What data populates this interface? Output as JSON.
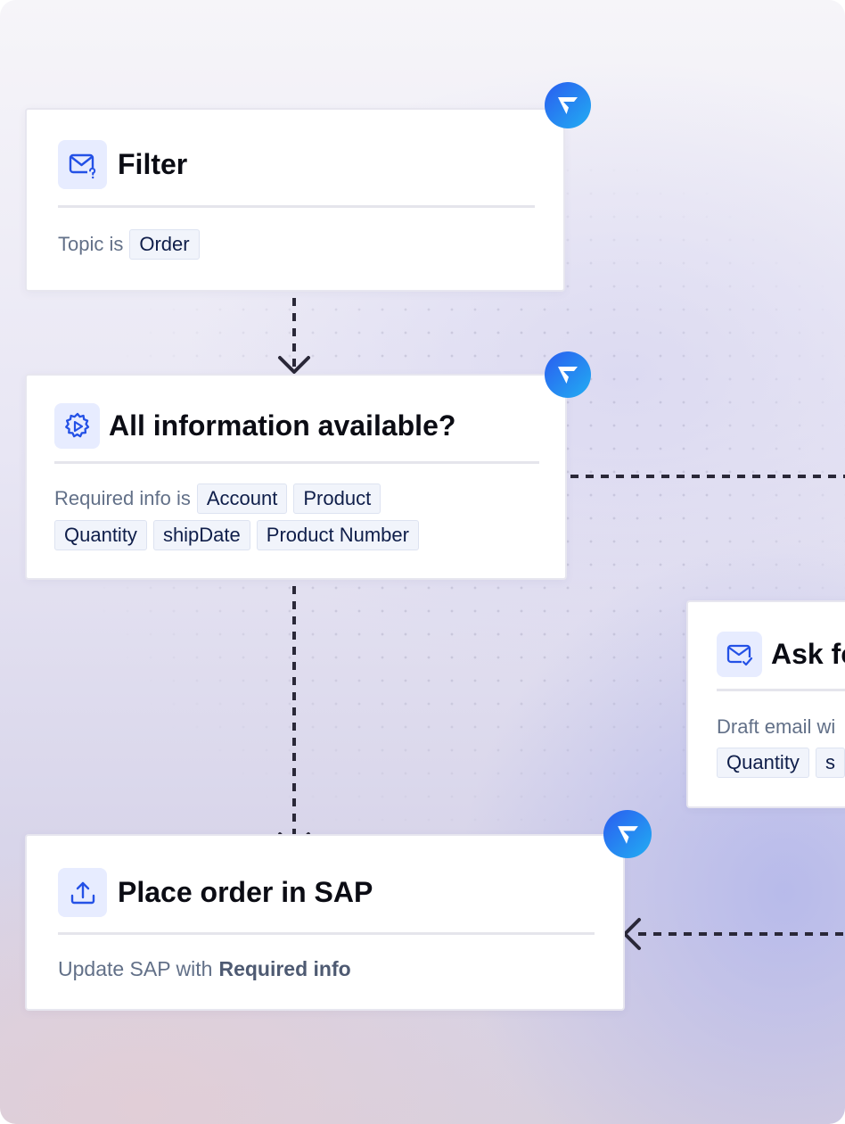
{
  "nodes": {
    "filter": {
      "title": "Filter",
      "prefix": "Topic is",
      "chips": [
        "Order"
      ]
    },
    "check": {
      "title": "All information available?",
      "prefix": "Required info is",
      "chips_row1": [
        "Account",
        "Product"
      ],
      "chips_row2": [
        "Quantity",
        "shipDate",
        "Product Number"
      ]
    },
    "ask": {
      "title": "Ask fo",
      "prefix": "Draft email wi",
      "chips": [
        "Quantity",
        "s"
      ]
    },
    "place_order": {
      "title": "Place order in SAP",
      "prefix": "Update SAP with",
      "bold": "Required info"
    }
  },
  "colors": {
    "accent": "#2451e6",
    "badge_gradient": [
      "#2a5cf0",
      "#22aef2"
    ],
    "connector": "#2a2838",
    "chip_bg": "#f1f4fb",
    "icon_bg": "#e7ecff"
  },
  "icons": {
    "filter": "email-question-icon",
    "check": "gear-play-icon",
    "ask": "email-check-icon",
    "place_order": "upload-icon",
    "badge": "brand-logo-icon"
  }
}
